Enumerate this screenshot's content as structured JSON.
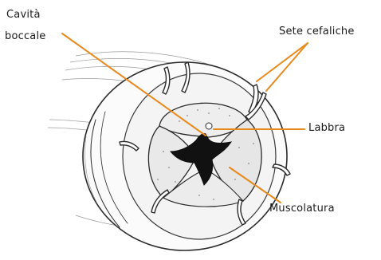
{
  "labels": {
    "cavita_line1": "Cavità",
    "cavita_line2": "boccale",
    "sete": "Sete cefaliche",
    "labbra": "Labbra",
    "muscolatura": "Muscolatura"
  },
  "colors": {
    "leader_line": "#e8891c",
    "outline": "#2a2a2a",
    "mouth": "#111111",
    "background": "#ffffff"
  }
}
